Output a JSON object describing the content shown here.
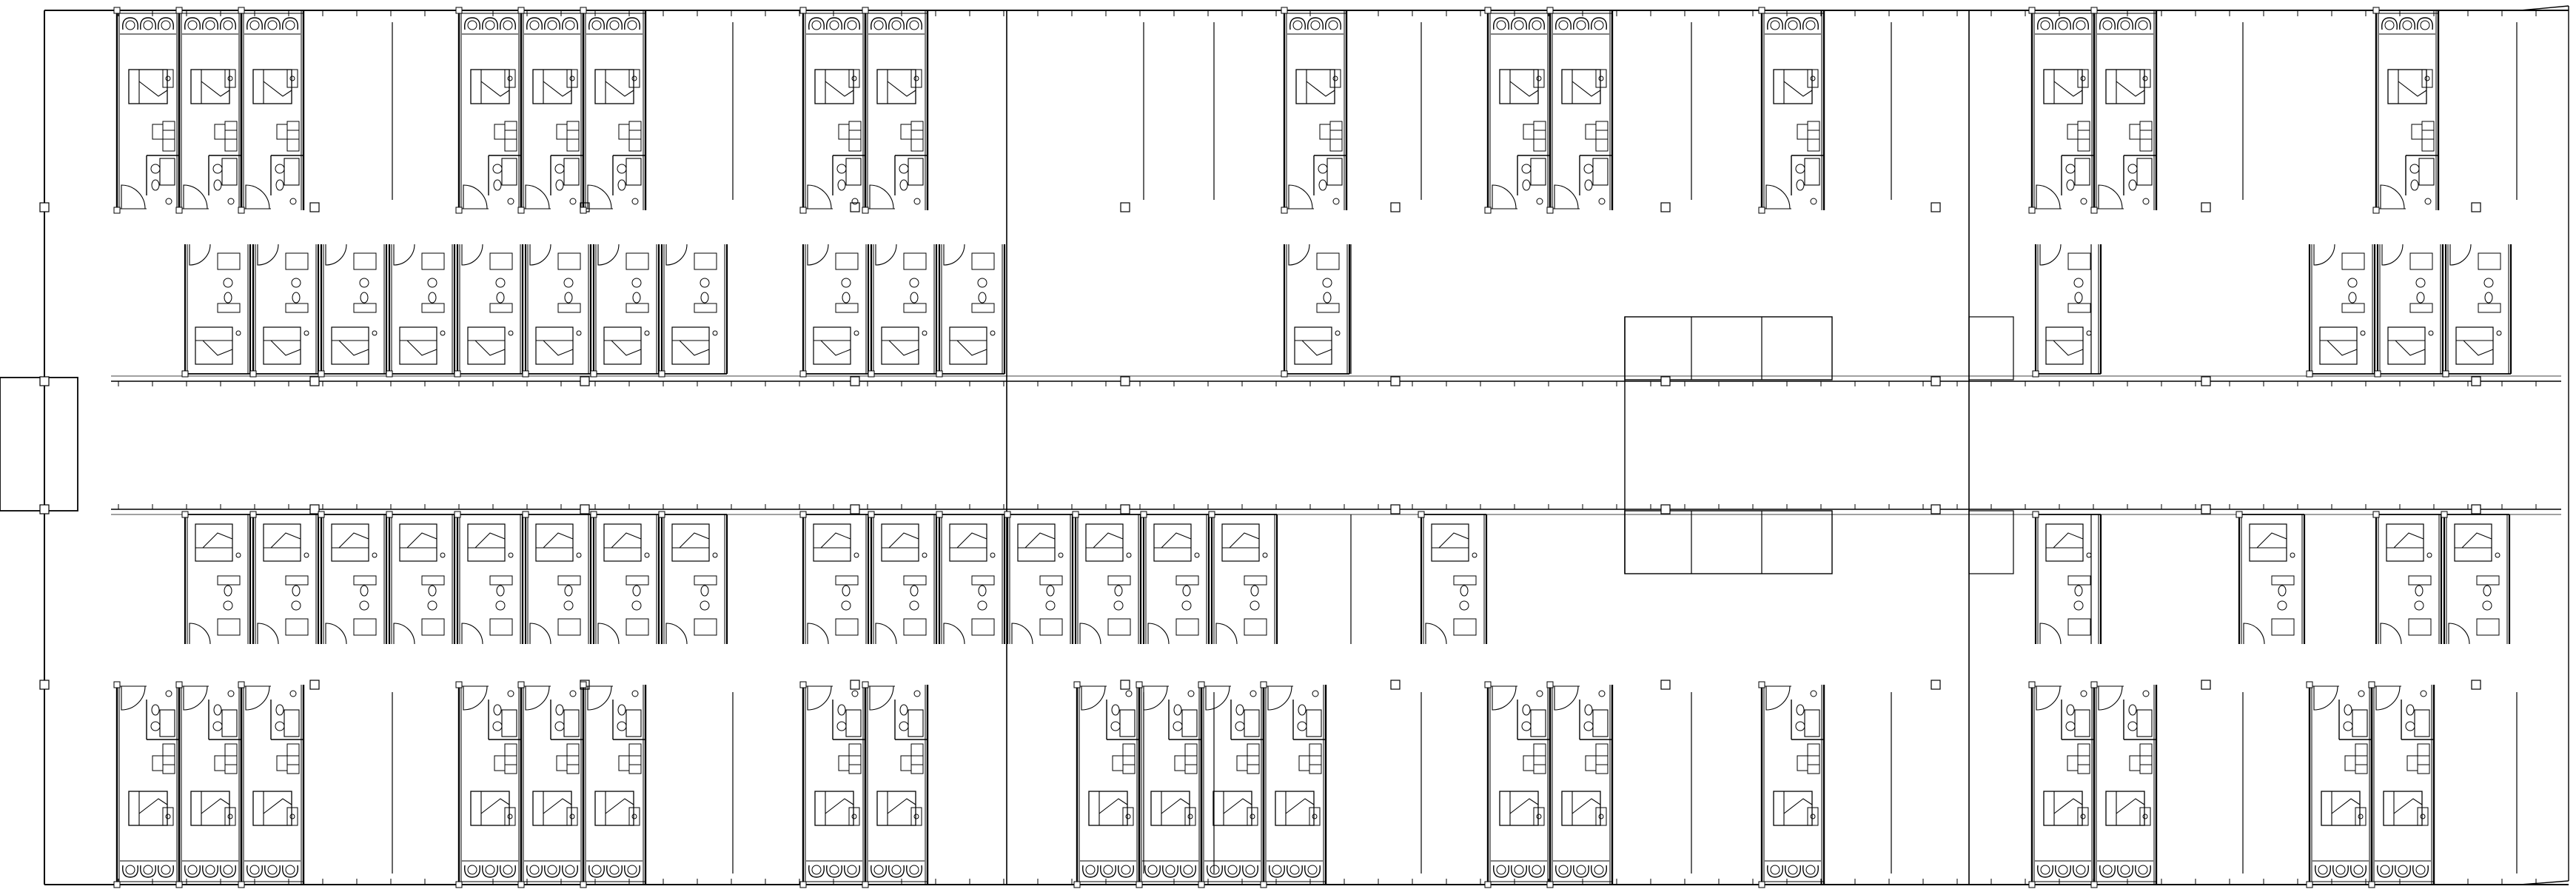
{
  "drawing": {
    "kind": "floor-plan",
    "line_color": "#000000",
    "background_color": "#ffffff",
    "text_labels": []
  },
  "plan": {
    "rows": [
      {
        "name": "top-row",
        "orientation": "bath-top",
        "room_groups": [
          3,
          3,
          2,
          1,
          2,
          1,
          2,
          1
        ]
      },
      {
        "name": "upper-mid-row",
        "orientation": "bed-bottom",
        "room_groups": [
          8,
          3,
          1,
          1,
          3
        ]
      },
      {
        "name": "lower-mid-row",
        "orientation": "bed-top",
        "room_groups": [
          8,
          7,
          1,
          1,
          1,
          2
        ]
      },
      {
        "name": "bottom-row",
        "orientation": "bath-bottom",
        "room_groups": [
          3,
          3,
          2,
          4,
          2,
          1,
          2,
          2
        ]
      }
    ],
    "fixtures_per_room": [
      "bed",
      "wardrobe",
      "bathtub",
      "toilet",
      "sink",
      "door-swing",
      "balcony-chairs"
    ]
  }
}
